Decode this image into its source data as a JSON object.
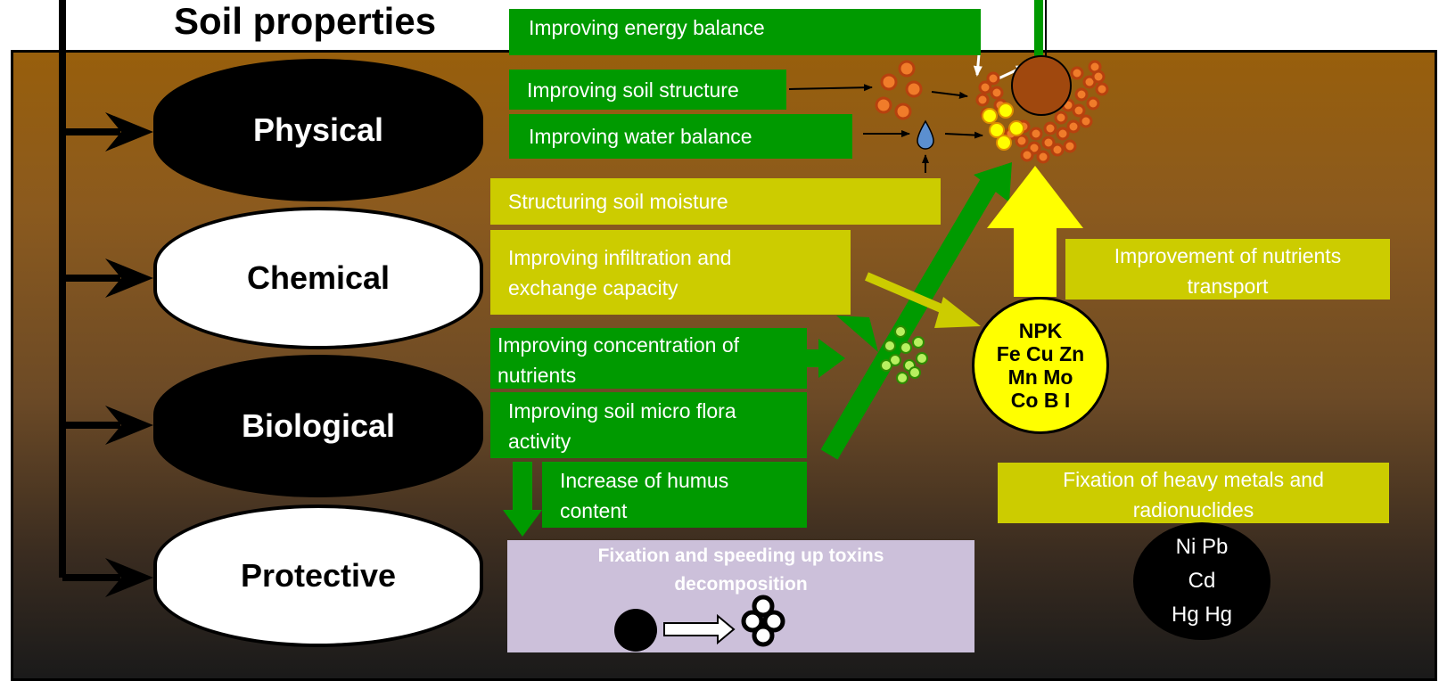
{
  "title": "Soil properties",
  "categories": [
    {
      "id": "physical",
      "label": "Physical"
    },
    {
      "id": "chemical",
      "label": "Chemical"
    },
    {
      "id": "biological",
      "label": "Biological"
    },
    {
      "id": "protective",
      "label": "Protective"
    }
  ],
  "green_boxes": {
    "energy": "Improving energy balance",
    "structure": "Improving soil structure",
    "water": "Improving water balance",
    "concentration_1": "Improving concentration of",
    "concentration_2": "nutrients",
    "microflora_1": "Improving soil micro flora",
    "microflora_2": "activity",
    "humus_1": "Increase of humus",
    "humus_2": "content"
  },
  "yellow_boxes": {
    "moisture": "Structuring soil moisture",
    "infiltration_1": "Improving infiltration and",
    "infiltration_2": "exchange capacity",
    "transport_1": "Improvement of nutrients",
    "transport_2": "transport",
    "heavy_1": "Fixation of heavy metals and",
    "heavy_2": "radionuclides"
  },
  "toxins": {
    "line1": "Fixation and speeding up toxins",
    "line2": "decomposition"
  },
  "nutrients_circle": [
    "NPK",
    "Fe Cu Zn",
    "Mn Mo",
    "Co B I"
  ],
  "metals_circle": [
    "Ni Pb",
    "Cd",
    "Hg Hg"
  ],
  "colors": {
    "green": "#009a00",
    "yellow_box": "#cccc00",
    "bright_yellow": "#ffff00",
    "lavender": "#ccc0da",
    "soil_brown": "#985f0c",
    "particle_orange": "#c8501a"
  }
}
